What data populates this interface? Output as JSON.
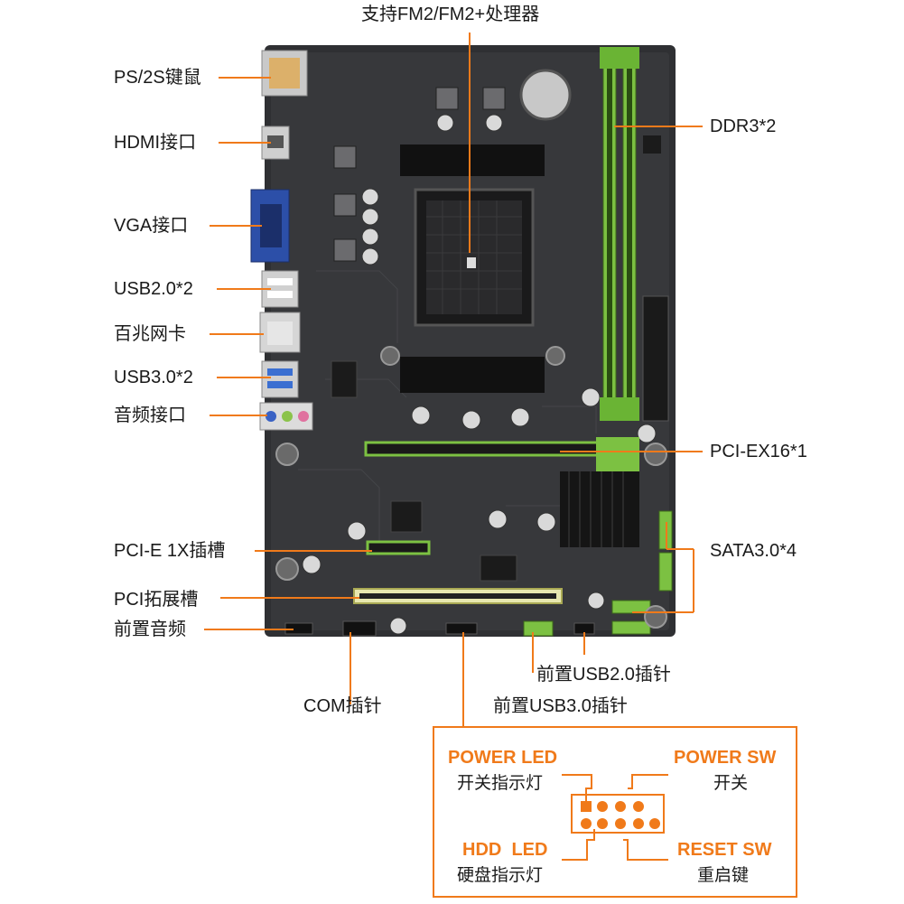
{
  "labels": {
    "cpu": "支持FM2/FM2+处理器",
    "ps2": "PS/2S键鼠",
    "hdmi": "HDMI接口",
    "vga": "VGA接口",
    "usb2": "USB2.0*2",
    "lan": "百兆网卡",
    "usb3": "USB3.0*2",
    "audio": "音频接口",
    "pcie1x": "PCI-E 1X插槽",
    "pci": "PCI拓展槽",
    "front_audio": "前置音频",
    "com": "COM插针",
    "front_usb3": "前置USB3.0插针",
    "front_usb2": "前置USB2.0插针",
    "ddr3": "DDR3*2",
    "pciex16": "PCI-EX16*1",
    "sata": "SATA3.0*4"
  },
  "callout": {
    "power_led_title": "POWER LED",
    "power_led_sub": "开关指示灯",
    "power_sw_title": "POWER SW",
    "power_sw_sub": "开关",
    "hdd_led_title": "HDD  LED",
    "hdd_led_sub": "硬盘指示灯",
    "reset_sw_title": "RESET SW",
    "reset_sw_sub": "重启键"
  },
  "colors": {
    "accent": "#f07a1a",
    "board": "#2e2e30",
    "slot_green": "#7cc142"
  }
}
